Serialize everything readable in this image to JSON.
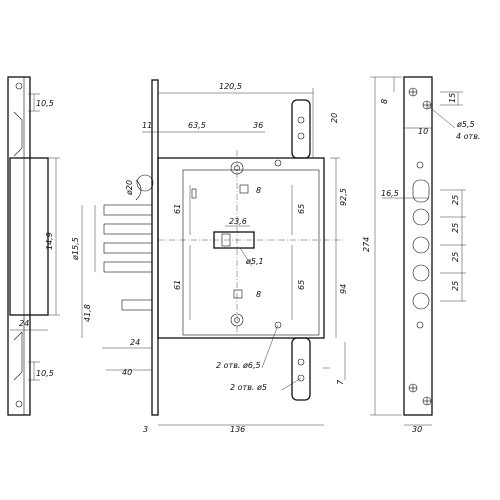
{
  "dimensions": {
    "d_120_5": "120,5",
    "d_63_5": "63,5",
    "d_36": "36",
    "d_11": "11",
    "d_20_top": "20",
    "d_92_5": "92,5",
    "d_phi20": "ø20",
    "d_8_upper": "8",
    "d_61_upper": "61",
    "d_65_upper": "65",
    "d_23_6": "23,6",
    "d_phi5_1": "ø5,1",
    "d_phi15_5": "ø15,5",
    "d_61_lower": "61",
    "d_65_lower": "65",
    "d_8_lower": "8",
    "d_94": "94",
    "d_274": "274",
    "d_41_8": "41,8",
    "d_24_mid": "24",
    "d_40": "40",
    "d_7": "7",
    "d_3": "3",
    "d_136": "136",
    "d_14_9": "14,9",
    "d_10_5_top": "10,5",
    "d_24_left": "24",
    "d_10_5_bottom": "10,5",
    "d_8_right": "8",
    "d_15": "15",
    "d_10": "10",
    "d_phi5_5": "ø5,5",
    "d_4_holes": "4 отв.",
    "d_16_5": "16,5",
    "d_25_a": "25",
    "d_25_b": "25",
    "d_25_c": "25",
    "d_25_d": "25",
    "d_30": "30"
  },
  "callouts": {
    "holes_6_5": "2 отв. ø6,5",
    "holes_5": "2 отв. ø5"
  }
}
